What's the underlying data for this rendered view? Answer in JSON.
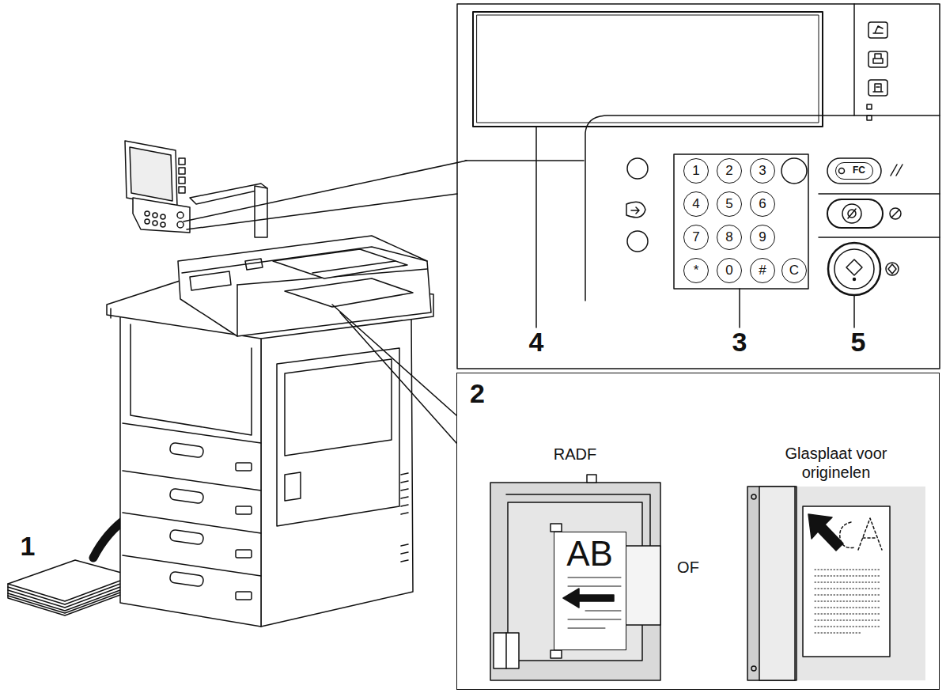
{
  "diagram": {
    "nodes": [
      {
        "text": [
          "1"
        ]
      },
      {
        "text": [
          "2"
        ]
      },
      {
        "text": [
          "3"
        ]
      },
      {
        "text": [
          "FC"
        ]
      },
      {
        "text": [
          "4"
        ]
      },
      {
        "text": [
          "5"
        ]
      },
      {
        "text": [
          "6"
        ]
      },
      {
        "text": [
          "7"
        ]
      },
      {
        "text": [
          "8"
        ]
      },
      {
        "text": [
          "9"
        ]
      },
      {
        "text": [
          "*"
        ]
      },
      {
        "text": [
          "0"
        ]
      },
      {
        "text": [
          "#"
        ]
      },
      {
        "text": [
          "C"
        ]
      },
      {
        "text": [
          "2"
        ]
      },
      {
        "text": [
          "RADF"
        ],
        "in": 14
      },
      {
        "text": [
          "AB"
        ],
        "in": 15
      },
      {
        "text": [
          "Glasplaat voor originelen"
        ],
        "in": 14
      }
    ],
    "labels": [
      "4",
      "3",
      "5",
      "1",
      "OF"
    ]
  }
}
